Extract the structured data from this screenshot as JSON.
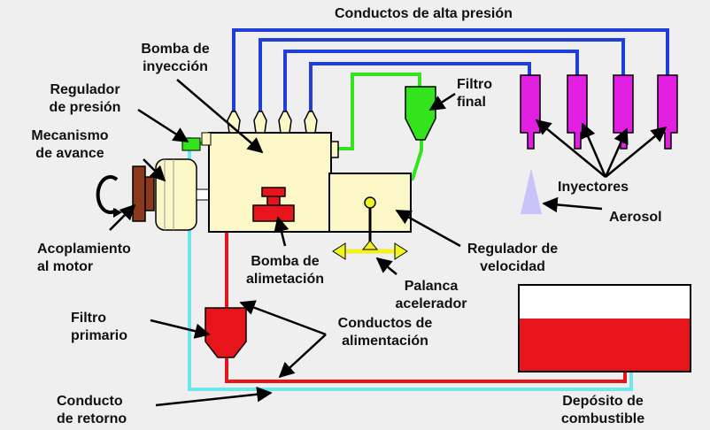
{
  "labels": {
    "conductos_alta": "Conductos de alta presión",
    "bomba_inyeccion_1": "Bomba de",
    "bomba_inyeccion_2": "inyección",
    "regulador_presion_1": "Regulador",
    "regulador_presion_2": "de presión",
    "mecanismo_1": "Mecanismo",
    "mecanismo_2": "de avance",
    "filtro_final_1": "Filtro",
    "filtro_final_2": "final",
    "inyectores": "Inyectores",
    "aerosol": "Aerosol",
    "acoplamiento_1": "Acoplamiento",
    "acoplamiento_2": "al motor",
    "bomba_alim_1": "Bomba de",
    "bomba_alim_2": "alimetación",
    "regulador_vel_1": "Regulador de",
    "regulador_vel_2": "velocidad",
    "palanca_1": "Palanca",
    "palanca_2": "acelerador",
    "filtro_primario_1": "Filtro",
    "filtro_primario_2": "primario",
    "conductos_alim_1": "Conductos de",
    "conductos_alim_2": "alimentación",
    "conducto_retorno_1": "Conducto",
    "conducto_retorno_2": "de retorno",
    "deposito_1": "Depósito de",
    "deposito_2": "combustible"
  },
  "colors": {
    "background": "#efefef",
    "high_pressure_line": "#1f3fd8",
    "feed_line_red": "#e8141c",
    "filtered_line_green": "#33e41c",
    "return_line_cyan": "#6ee6ee",
    "injector_magenta": "#e21ee0",
    "pump_body": "#fbf7c6",
    "fuel": "#e8141c",
    "aerosol": "#c8c4fa",
    "throttle_yellow": "#f2f21e"
  }
}
